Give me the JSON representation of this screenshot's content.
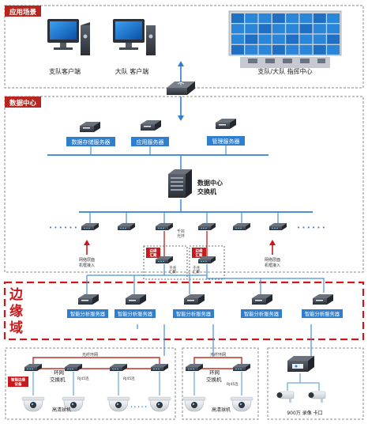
{
  "sections": {
    "app_scene": "应用场景",
    "data_center": "数据中心"
  },
  "app_scene": {
    "client_branch": "支队客户端",
    "client_brigade": "大队 客户端",
    "command_center": "支队/大队 指挥中心"
  },
  "data_center": {
    "storage_server": "数据存储服务器",
    "app_server": "应用服务器",
    "mgmt_server": "管理服务器",
    "core_switch_line1": "数据中心",
    "core_switch_line2": "交换机",
    "core_dots": "• • • • • •",
    "core_dots_right": "• • • • • •",
    "ring_label": "千兆\n光环",
    "ring_label_short": "千兆环",
    "net_left": "网络层面\n机框接入",
    "net_right": "网络层面\n机框接入"
  },
  "edge": {
    "title_line1": "边",
    "title_line2": "缘",
    "title_line3": "域",
    "aggr_tag_left": "边缘\n汇聚",
    "aggr_tag_right": "边缘\n汇聚",
    "aggr_label": "千兆\n汇聚",
    "servers": [
      "智能分析服务器",
      "智能分析服务器",
      "智能分析服务器",
      "智能分析服务器",
      "智能分析服务器"
    ]
  },
  "field": {
    "tag": "智能边缘设备",
    "ring_switch_line1": "环网",
    "ring_switch_line2": "交换机",
    "ring_label_top": "光纤环网",
    "link_label": "RJ45连",
    "link_label_2": "RJ45连",
    "camera_label": "高清球机",
    "camera_dots": "• • • • •",
    "right_ring_switch_line1": "环网",
    "right_ring_switch_line2": "交换机",
    "right_ring_label": "光纤环网",
    "right_link_label": "RJ45连",
    "right_camera_label": "高清球机",
    "nvr_camera_label": "900万 录像 卡口"
  },
  "colors": {
    "tag_red": "#b8241e",
    "label_blue": "#2f7fd0",
    "line_blue": "#4a90d9",
    "line_red": "#c0302a",
    "edge_red": "#c8191c",
    "dash_gray": "#8a8a8a",
    "dark_device": "#3a3f47"
  },
  "icons": {
    "client_pc": "desktop-computer-icon",
    "command_wall": "video-wall-icon",
    "router": "router-icon",
    "server": "server-icon",
    "switch": "network-switch-icon",
    "camera": "dome-camera-icon",
    "nvr": "nvr-icon",
    "bullet_camera": "bullet-camera-icon"
  }
}
